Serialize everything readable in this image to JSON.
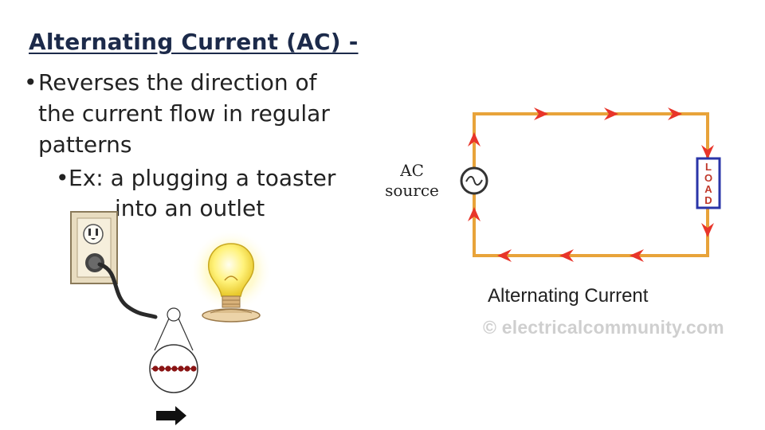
{
  "slide": {
    "title": "Alternating Current (AC) -",
    "bullet1": "Reverses the direction of the current flow in regular patterns",
    "bullet2_line1": "Ex:  a plugging a toaster",
    "bullet2_line2": "into an outlet",
    "bullet_symbol": "•"
  },
  "diagram": {
    "source_line1": "AC",
    "source_line2": "source",
    "load_letters": [
      "L",
      "O",
      "A",
      "D"
    ],
    "caption": "Alternating Current",
    "watermark": "© electricalcommunity.com",
    "wire_color": "#e8a33a",
    "arrow_color": "#e8352a",
    "load_border_color": "#2a35a8",
    "load_text_color": "#c0392b"
  }
}
